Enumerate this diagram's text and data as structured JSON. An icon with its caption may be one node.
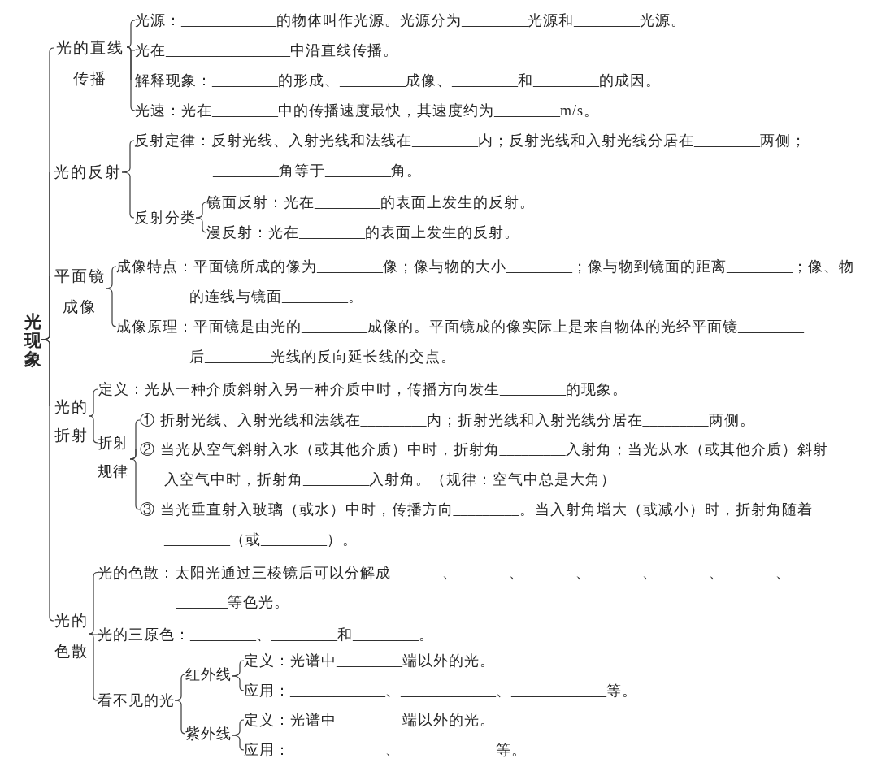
{
  "diagram": {
    "nodes": [
      {
        "text": [
          "光现象"
        ]
      },
      {
        "text": [
          "光的直线传播"
        ]
      },
      {
        "text": [
          "光源：_____________的物体叫作光源。光源分为_________光源和_________光源。"
        ]
      },
      {
        "text": [
          "光在_________________中沿直线传播。"
        ]
      },
      {
        "text": [
          "解释现象：_________的形成、_________成像、_________和_________的成因。"
        ]
      },
      {
        "text": [
          "光速：光在_________中的传播速度最快，其速度约为_________m/s。"
        ]
      },
      {
        "text": [
          "光的反射"
        ]
      },
      {
        "text": [
          "反射定律：反射光线、入射光线和法线在_________内；反射光线和入射光线分居在_________两侧；_________角等于_________角。"
        ]
      },
      {
        "text": [
          "反射分类"
        ]
      },
      {
        "text": [
          "镜面反射：光在_________的表面上发生的反射。"
        ]
      },
      {
        "text": [
          "漫反射：光在_________的表面上发生的反射。"
        ]
      },
      {
        "text": [
          "平面镜成像"
        ]
      },
      {
        "text": [
          "成像特点：平面镜所成的像为_________像；像与物的大小_________；像与物到镜面的距离_________；像、物的连线与镜面_________。"
        ]
      },
      {
        "text": [
          "成像原理：平面镜是由光的_________成像的。平面镜成的像实际上是来自物体的光经平面镜_________后_________光线的反向延长线的交点。"
        ]
      },
      {
        "text": [
          "光的折射"
        ]
      },
      {
        "text": [
          "定义：光从一种介质斜射入另一种介质中时，传播方向发生_________的现象。"
        ]
      },
      {
        "text": [
          "折射规律"
        ]
      },
      {
        "text": [
          "① 折射光线、入射光线和法线在_________内；折射光线和入射光线分居在_________两侧。"
        ]
      },
      {
        "text": [
          "② 当光从空气斜射入水（或其他介质）中时，折射角_________入射角；当光从水（或其他介质）斜射入空气中时，折射角_________入射角。（规律：空气中总是大角）"
        ]
      },
      {
        "text": [
          "③ 当光垂直射入玻璃（或水）中时，传播方向_________。当入射角增大（或减小）时，折射角随着_________（或_________）。"
        ]
      },
      {
        "text": [
          "光的色散"
        ]
      },
      {
        "text": [
          "光的色散：太阳光通过三棱镜后可以分解成_______、_______、_______、_______、_______、_______、_______等色光。"
        ]
      },
      {
        "text": [
          "光的三原色：_________、_________和_________。"
        ]
      },
      {
        "text": [
          "看不见的光"
        ]
      },
      {
        "text": [
          "红外线"
        ]
      },
      {
        "text": [
          "定义：光谱中_________端以外的光。"
        ]
      },
      {
        "text": [
          "应用：_____________、_____________、_____________等。"
        ]
      },
      {
        "text": [
          "紫外线"
        ]
      },
      {
        "text": [
          "定义：光谱中_________端以外的光。"
        ]
      },
      {
        "text": [
          "应用：_____________、_____________等。"
        ]
      }
    ],
    "edges": [
      {
        "from": 0,
        "to": 1,
        "arrow": "none"
      },
      {
        "from": 0,
        "to": 6,
        "arrow": "none"
      },
      {
        "from": 0,
        "to": 11,
        "arrow": "none"
      },
      {
        "from": 0,
        "to": 14,
        "arrow": "none"
      },
      {
        "from": 0,
        "to": 20,
        "arrow": "none"
      },
      {
        "from": 1,
        "to": 2,
        "arrow": "none"
      },
      {
        "from": 1,
        "to": 3,
        "arrow": "none"
      },
      {
        "from": 1,
        "to": 4,
        "arrow": "none"
      },
      {
        "from": 1,
        "to": 5,
        "arrow": "none"
      },
      {
        "from": 6,
        "to": 7,
        "arrow": "none"
      },
      {
        "from": 6,
        "to": 8,
        "arrow": "none"
      },
      {
        "from": 8,
        "to": 9,
        "arrow": "none"
      },
      {
        "from": 8,
        "to": 10,
        "arrow": "none"
      },
      {
        "from": 11,
        "to": 12,
        "arrow": "none"
      },
      {
        "from": 11,
        "to": 13,
        "arrow": "none"
      },
      {
        "from": 14,
        "to": 15,
        "arrow": "none"
      },
      {
        "from": 14,
        "to": 16,
        "arrow": "none"
      },
      {
        "from": 16,
        "to": 17,
        "arrow": "none"
      },
      {
        "from": 16,
        "to": 18,
        "arrow": "none"
      },
      {
        "from": 16,
        "to": 19,
        "arrow": "none"
      },
      {
        "from": 20,
        "to": 21,
        "arrow": "none"
      },
      {
        "from": 20,
        "to": 22,
        "arrow": "none"
      },
      {
        "from": 20,
        "to": 23,
        "arrow": "none"
      },
      {
        "from": 23,
        "to": 24,
        "arrow": "none"
      },
      {
        "from": 23,
        "to": 27,
        "arrow": "none"
      },
      {
        "from": 24,
        "to": 25,
        "arrow": "none"
      },
      {
        "from": 24,
        "to": 26,
        "arrow": "none"
      },
      {
        "from": 27,
        "to": 28,
        "arrow": "none"
      },
      {
        "from": 27,
        "to": 29,
        "arrow": "none"
      }
    ]
  }
}
